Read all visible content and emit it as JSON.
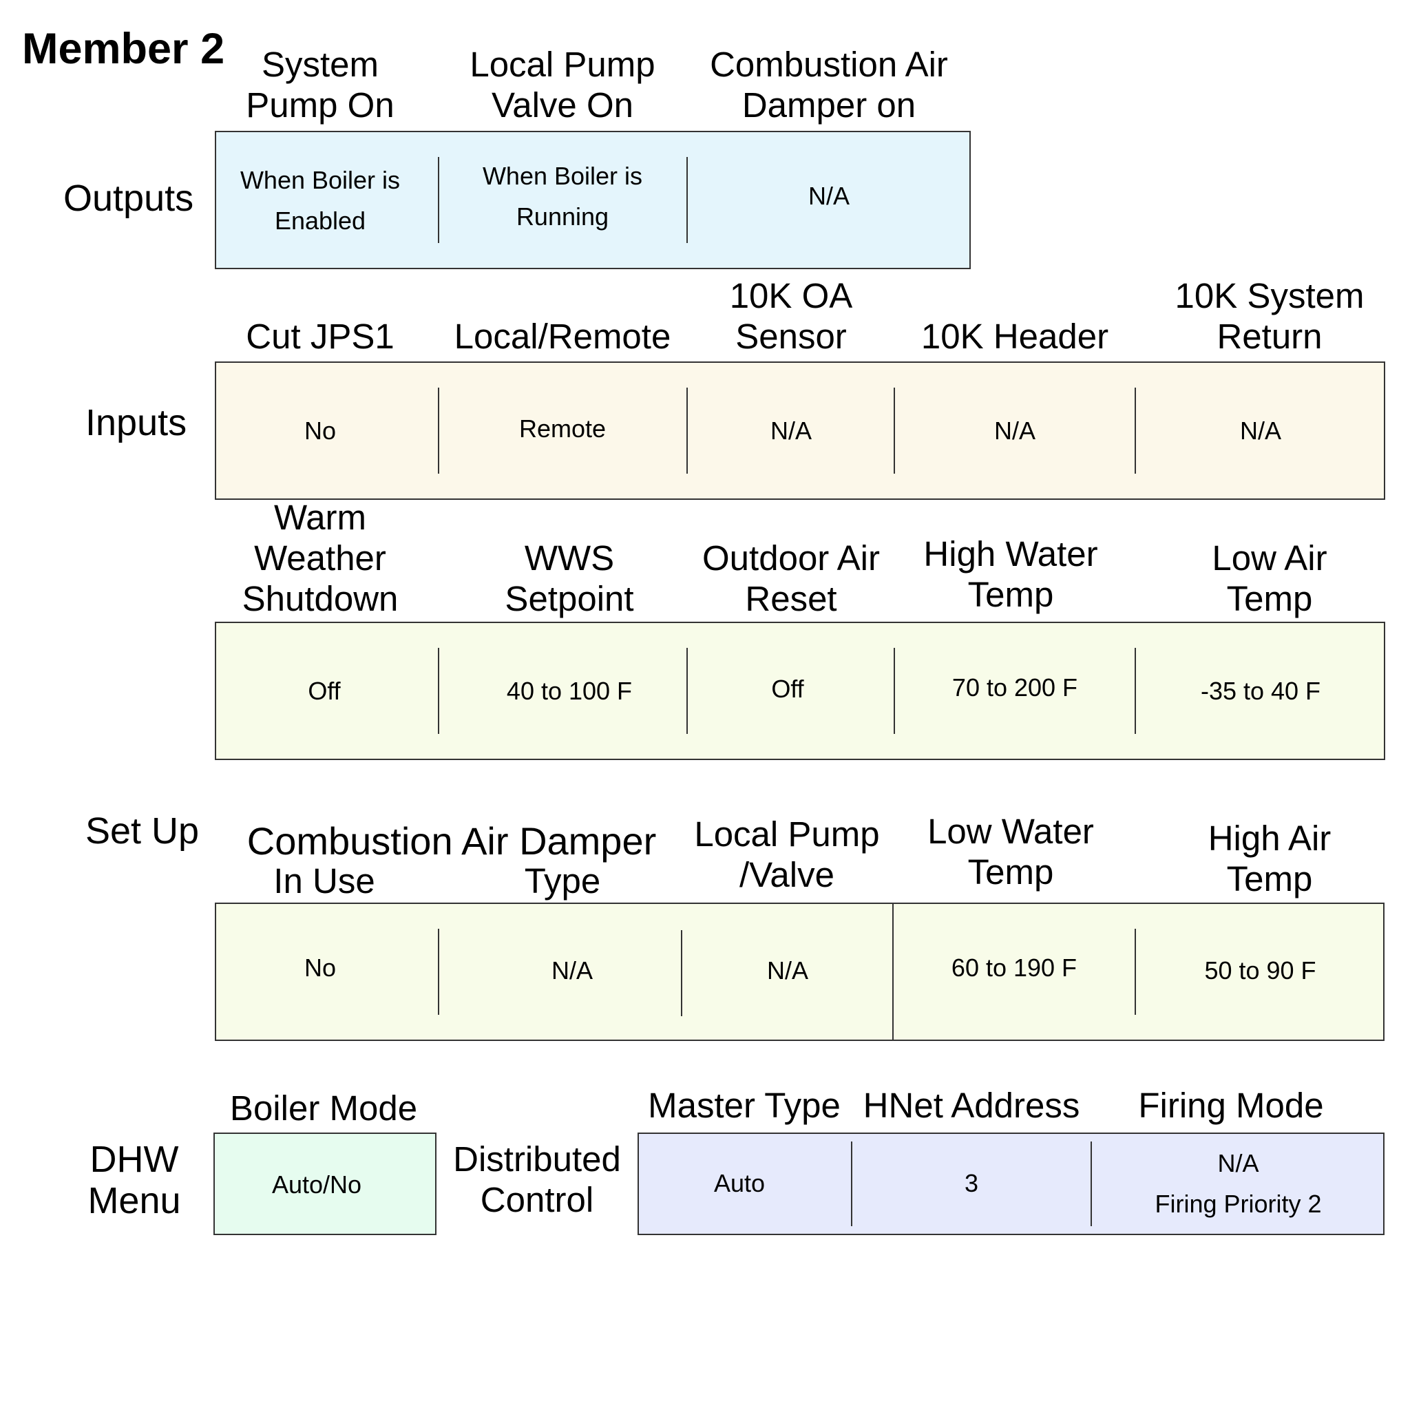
{
  "title": "Member 2",
  "colors": {
    "outputs_fill": "#e4f5fc",
    "inputs_fill": "#fcf8ea",
    "settings_fill": "#f8fce9",
    "setup_fill": "#f8fce9",
    "boiler_mode_fill": "#e6fcef",
    "distributed_fill": "#e6eafc",
    "border": "#333333"
  },
  "sections": {
    "outputs": "Outputs",
    "inputs": "Inputs",
    "setup": "Set Up",
    "dhw_menu": [
      "DHW",
      "Menu"
    ],
    "distributed_control": [
      "Distributed",
      "Control"
    ]
  },
  "outputs": {
    "headers": [
      [
        "System",
        "Pump On"
      ],
      [
        "Local Pump",
        "Valve On"
      ],
      [
        "Combustion Air",
        "Damper on"
      ]
    ],
    "values": [
      [
        "When Boiler is",
        "Enabled"
      ],
      [
        "When Boiler is",
        "Running"
      ],
      [
        "N/A"
      ]
    ]
  },
  "inputs": {
    "headers": [
      [
        "Cut JPS1"
      ],
      [
        "Local/Remote"
      ],
      [
        "10K OA",
        "Sensor"
      ],
      [
        "10K Header"
      ],
      [
        "10K System",
        "Return"
      ]
    ],
    "values": [
      [
        "No"
      ],
      [
        "Remote"
      ],
      [
        "N/A"
      ],
      [
        "N/A"
      ],
      [
        "N/A"
      ]
    ]
  },
  "settings": {
    "headers": [
      [
        "Warm",
        "Weather",
        "Shutdown"
      ],
      [
        "WWS",
        "Setpoint"
      ],
      [
        "Outdoor Air",
        "Reset"
      ],
      [
        "High Water",
        "Temp"
      ],
      [
        "Low Air",
        "Temp"
      ]
    ],
    "values": [
      [
        "Off"
      ],
      [
        "40 to 100 F"
      ],
      [
        "Off"
      ],
      [
        "70 to 200 F"
      ],
      [
        "-35 to 40 F"
      ]
    ]
  },
  "setup": {
    "group_header": "Combustion Air Damper",
    "headers": [
      [
        "In Use"
      ],
      [
        "Type"
      ],
      [
        "Local Pump",
        "/Valve"
      ],
      [
        "Low Water",
        "Temp"
      ],
      [
        "High Air",
        "Temp"
      ]
    ],
    "values": [
      [
        "No"
      ],
      [
        "N/A"
      ],
      [
        "N/A"
      ],
      [
        "60 to 190 F"
      ],
      [
        "50 to 90 F"
      ]
    ]
  },
  "dhw": {
    "headers": [
      [
        "Boiler Mode"
      ]
    ],
    "values": [
      [
        "Auto/No"
      ]
    ]
  },
  "distributed": {
    "headers": [
      [
        "Master Type"
      ],
      [
        "HNet Address"
      ],
      [
        "Firing Mode"
      ]
    ],
    "values": [
      [
        "Auto"
      ],
      [
        "3"
      ],
      [
        "N/A",
        "Firing Priority 2"
      ]
    ]
  }
}
